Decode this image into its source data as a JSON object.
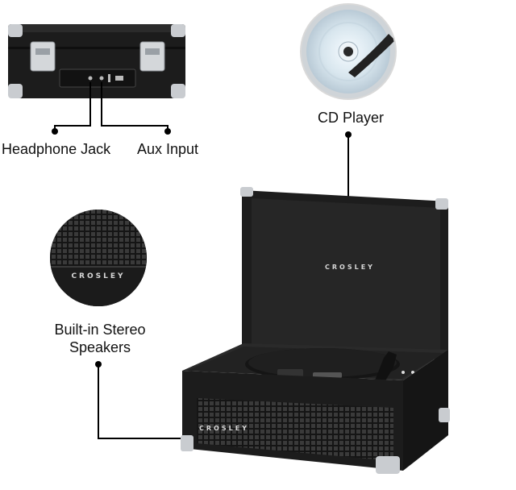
{
  "callouts": {
    "headphone_jack": "Headphone Jack",
    "aux_input": "Aux Input",
    "cd_player": "CD Player",
    "speakers_line1": "Built-in Stereo",
    "speakers_line2": "Speakers"
  },
  "brand": "CROSLEY",
  "colors": {
    "case": "#1c1c1c",
    "case_highlight": "#2e2e2e",
    "metal": "#c9ccd0",
    "leader_line": "#000000",
    "cd_disc": "#dfe9f0"
  }
}
